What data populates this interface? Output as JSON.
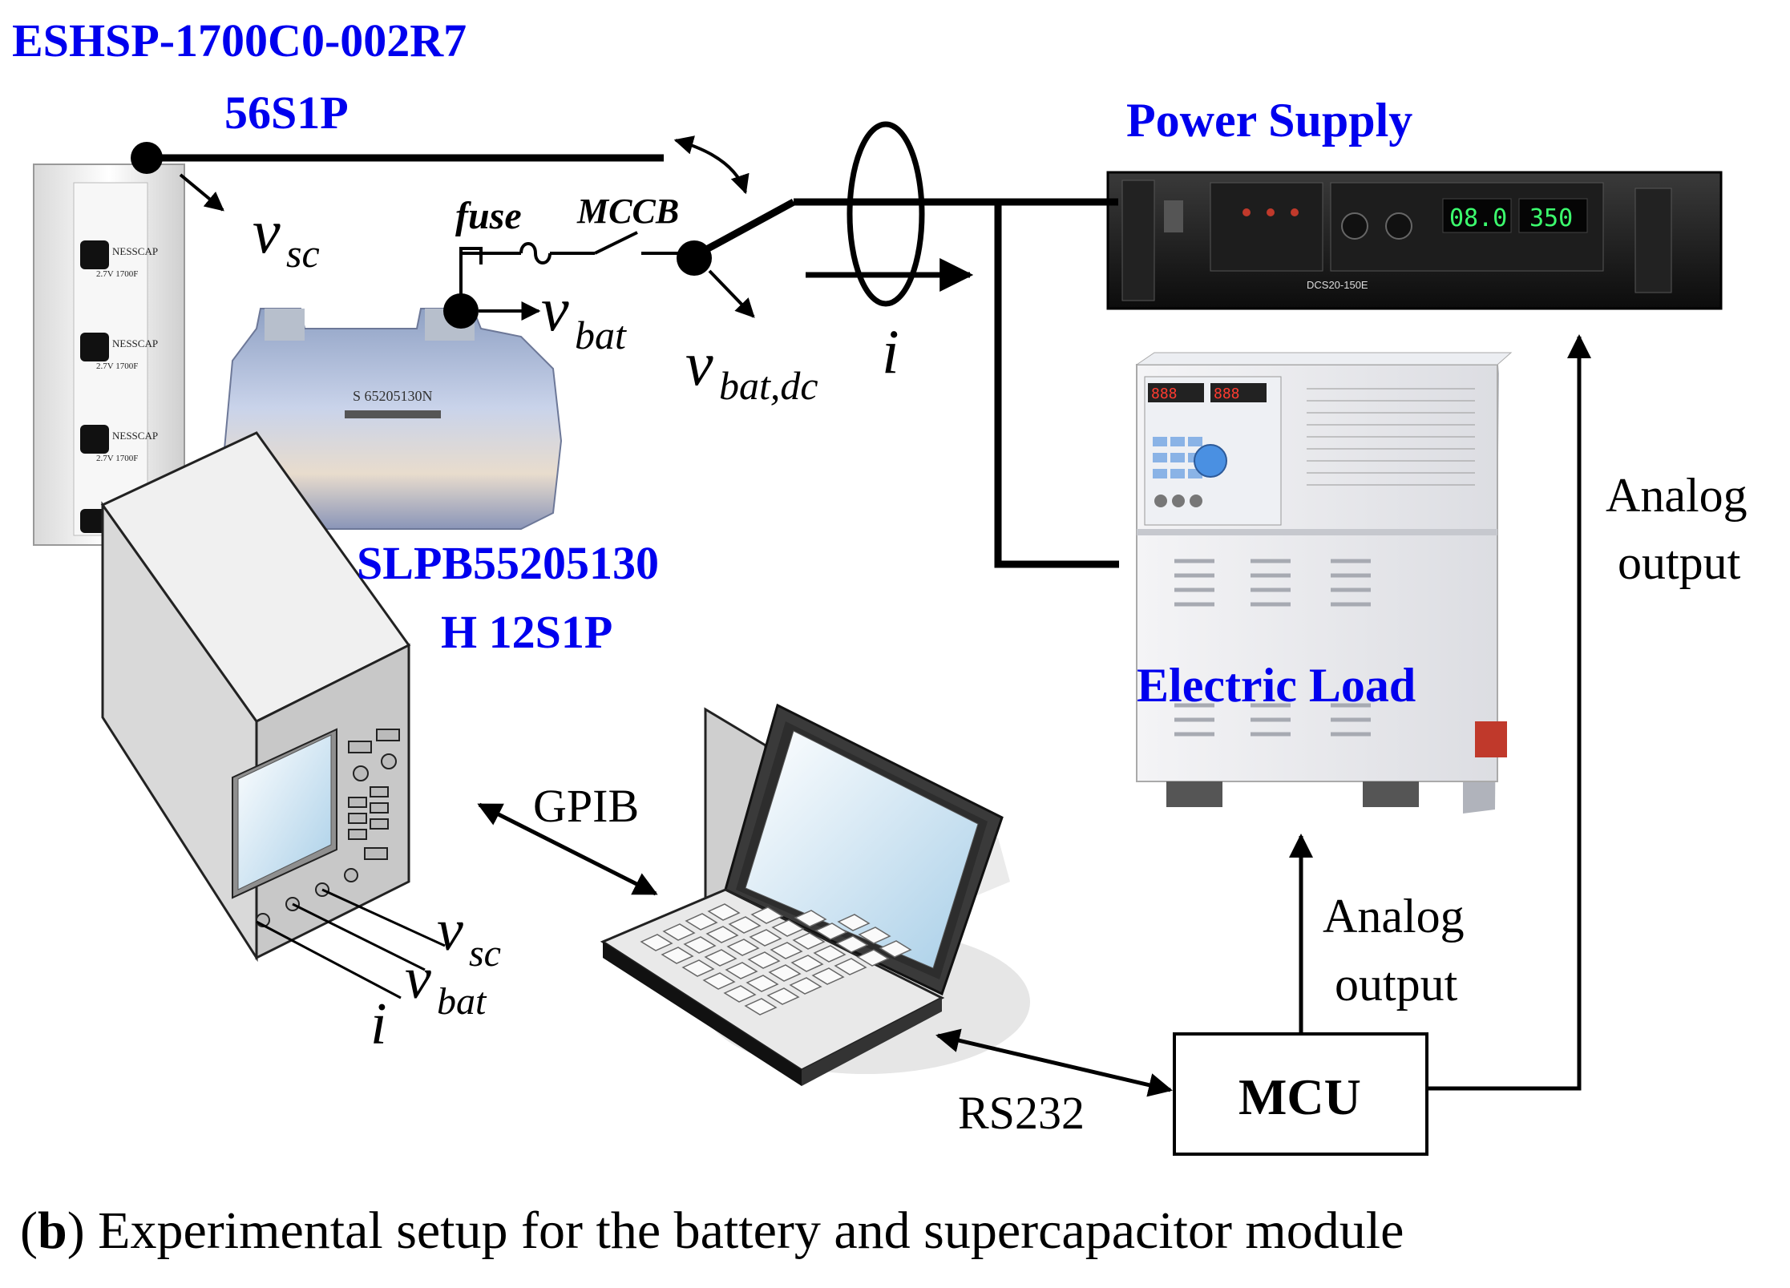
{
  "labels": {
    "sc_model_line1": "ESHSP-1700C0-002R7",
    "sc_model_line2": "56S1P",
    "bat_model_line1": "SLPB55205130",
    "bat_model_line2": "H 12S1P",
    "power_supply": "Power Supply",
    "electric_load": "Electric Load",
    "fuse": "fuse",
    "mccb": "MCCB",
    "v_letter": "v",
    "sub_sc": "sc",
    "sub_bat": "bat",
    "sub_bat_dc": "bat,dc",
    "current": "i",
    "analog_line1": "Analog",
    "analog_line2": "output",
    "gpib": "GPIB",
    "rs232": "RS232",
    "mcu": "MCU",
    "caption_open": "(",
    "caption_letter": "b",
    "caption_rest": ") Experimental setup for the battery and supercapacitor module"
  },
  "device_text": {
    "sc_brand": "NESSCAP",
    "sc_rating": "2.7V 1700F",
    "bat_serial": "S 65205130N",
    "ps_display_left": "08.0",
    "ps_display_right": "350",
    "ps_model": "DCS20-150E"
  },
  "colors": {
    "label_blue": "#0000ee",
    "line": "#000000"
  }
}
